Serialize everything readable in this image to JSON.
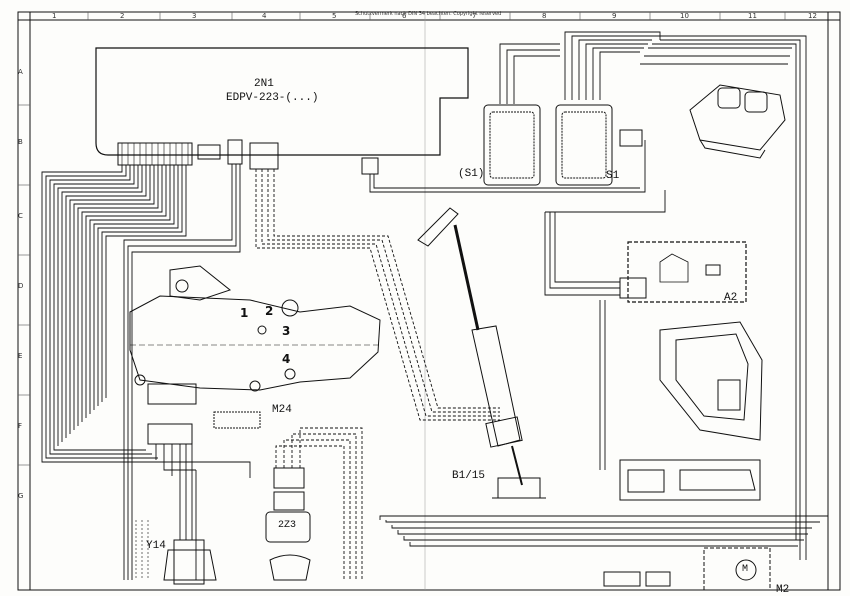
{
  "header": {
    "note": "Schutzvermerk nach DIN 34 beachten. Copyright reserved"
  },
  "grid": {
    "columns": [
      "1",
      "2",
      "3",
      "4",
      "5",
      "6",
      "7",
      "8",
      "9",
      "10",
      "11",
      "12"
    ],
    "rows": [
      "A",
      "B",
      "C",
      "D",
      "E",
      "F",
      "G"
    ]
  },
  "module_2n1": {
    "name": "2N1",
    "code": "EDPV-223-(...)"
  },
  "components": {
    "s1_dual": "(S1)",
    "s1": "S1",
    "a2": "A2",
    "m24": "M24",
    "b1_15": "B1/15",
    "y14": "Y14",
    "z23": "2Z3",
    "m2": "M2",
    "motor_symbol": "M"
  },
  "callouts": [
    "1",
    "2",
    "3",
    "4"
  ]
}
